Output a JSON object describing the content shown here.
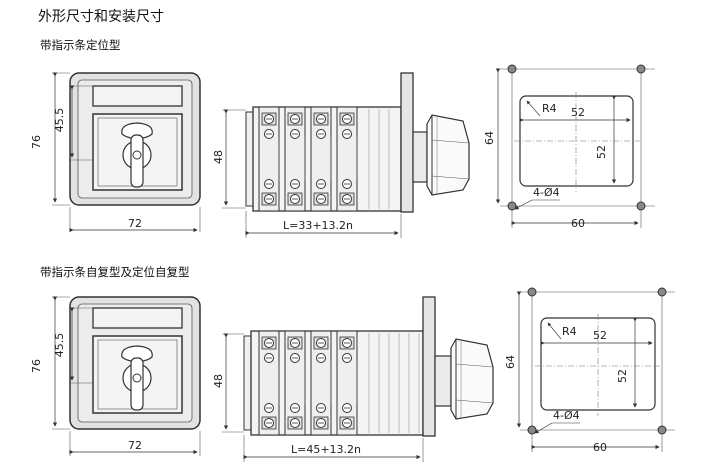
{
  "title": "外形尺寸和安装尺寸",
  "sections": [
    {
      "subtitle": "带指示条定位型",
      "front": {
        "height": "76",
        "upper": "45.5",
        "width": "72"
      },
      "side": {
        "height": "48",
        "length": "L=33+13.2n"
      },
      "mount": {
        "radius": "R4",
        "inner_w": "52",
        "inner_h": "52",
        "outer_h": "64",
        "outer_w": "60",
        "holes": "4-Ø4"
      }
    },
    {
      "subtitle": "带指示条自复型及定位自复型",
      "front": {
        "height": "76",
        "upper": "45.5",
        "width": "72"
      },
      "side": {
        "height": "48",
        "length": "L=45+13.2n"
      },
      "mount": {
        "radius": "R4",
        "inner_w": "52",
        "inner_h": "52",
        "outer_h": "64",
        "outer_w": "60",
        "holes": "4-Ø4"
      }
    }
  ],
  "colors": {
    "line": "#333333",
    "panel": "#e2e2e2",
    "window": "#f4f4f4"
  }
}
